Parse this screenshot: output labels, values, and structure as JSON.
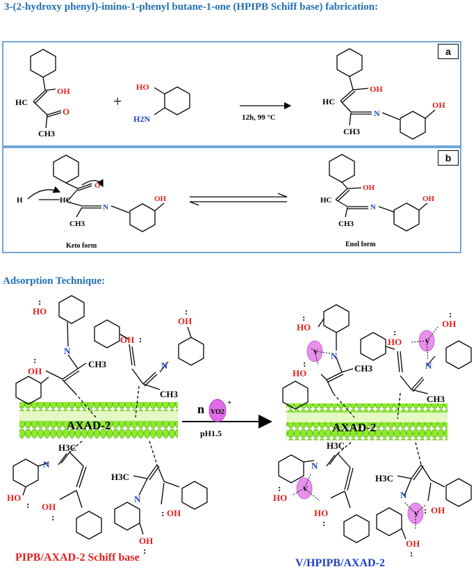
{
  "title": "3-(2-hydroxy phenyl)-imino-1-phenyl butane-1-one (HPIPB Schiff base) fabrication:",
  "panel_a": {
    "tag": "a",
    "reagent_left": {
      "oh": "OH",
      "hc": "HC",
      "o": "O",
      "ch3": "CH3"
    },
    "plus": "+",
    "aminophenol": {
      "ho": "HO",
      "h2n": "H2N"
    },
    "condition": "12h, 99 °C",
    "product": {
      "oh_top": "OH",
      "hc": "HC",
      "n": "N",
      "ch3": "CH3",
      "oh_ring": "OH"
    }
  },
  "panel_b": {
    "tag": "b",
    "keto": {
      "h": "H",
      "hc": "HC",
      "o": "O",
      "n": "N",
      "ch3": "CH3",
      "oh": "OH",
      "label": "Keto form"
    },
    "enol": {
      "oh_top": "OH",
      "hc": "HC",
      "n": "N",
      "ch3": "CH3",
      "oh": "OH",
      "label": "Enol form"
    }
  },
  "adsorption_title": "Adsorption Technique:",
  "support_label": "AXAD-2",
  "reagent": {
    "n": "n",
    "ion": "VO2",
    "charge": "+",
    "ph": "pH1.5"
  },
  "labels": {
    "oh": "OH",
    "ho": "HO",
    "n": "N",
    "ch3": "CH3",
    "h3c": "H3C",
    "lone_pair": ":",
    "v": "V"
  },
  "caption_left": "PIPB/AXAD-2 Schiff base",
  "caption_right": "V/HPIPB/AXAD-2",
  "colors": {
    "heading": "#1F6FB5",
    "red": "#E0201E",
    "blue": "#1D3FBF",
    "green": "#7FE01A",
    "pink": "#E26BE8"
  }
}
